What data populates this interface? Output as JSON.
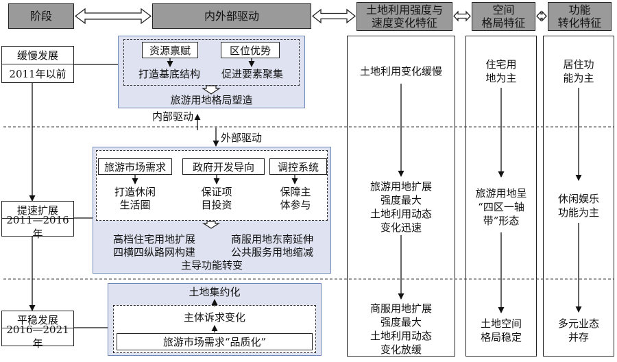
{
  "header": {
    "stage": "阶段",
    "drivers": "内外部驱动",
    "intensity_line1": "土地利用强度与",
    "intensity_line2": "速度变化特征",
    "pattern_line1": "空间",
    "pattern_line2": "格局特征",
    "function_line1": "功能",
    "function_line2": "转化特征"
  },
  "stages": [
    {
      "name": "缓慢发展",
      "period": "2011年以前"
    },
    {
      "name": "提速扩展",
      "period": "2011—2016年"
    },
    {
      "name": "平稳发展",
      "period": "2016—2021年"
    }
  ],
  "phase1": {
    "factor1": "资源禀赋",
    "factor2": "区位优势",
    "effect1": "打造基底结构",
    "effect2": "促进要素聚集",
    "result": "旅游用地格局塑造"
  },
  "drive_labels": {
    "internal": "内部驱动",
    "external": "外部驱动"
  },
  "phase2": {
    "factor1": "旅游市场需求",
    "factor2": "政府开发导向",
    "factor3": "调控系统",
    "effect1_line1": "打造休闲",
    "effect1_line2": "生活圈",
    "effect2_line1": "保证项",
    "effect2_line2": "目投资",
    "effect3_line1": "保障主",
    "effect3_line2": "体参与",
    "result1": "高档住宅用地扩展",
    "result2": "商服用地东南延伸",
    "result3": "四横四纵路网构建",
    "result4": "公共服务用地缩减",
    "result5": "主导功能转变"
  },
  "phase3": {
    "title": "土地集约化",
    "subject": "主体诉求变化",
    "demand": "旅游市场需求“品质化”"
  },
  "intensity": [
    [
      "土地利用变化缓慢"
    ],
    [
      "旅游用地扩展",
      "强度最大",
      "土地利用动态",
      "变化迅速"
    ],
    [
      "商服用地扩展",
      "强度最大",
      "土地利用动态",
      "变化放缓"
    ]
  ],
  "pattern": [
    [
      "住宅用",
      "地为主"
    ],
    [
      "旅游用地呈",
      "“四区一轴",
      "带”形态"
    ],
    [
      "土地空间",
      "格局稳定"
    ]
  ],
  "function": [
    [
      "居住功",
      "能为主"
    ],
    [
      "休闲娱乐",
      "功能为主"
    ],
    [
      "多元业态",
      "并存"
    ]
  ]
}
